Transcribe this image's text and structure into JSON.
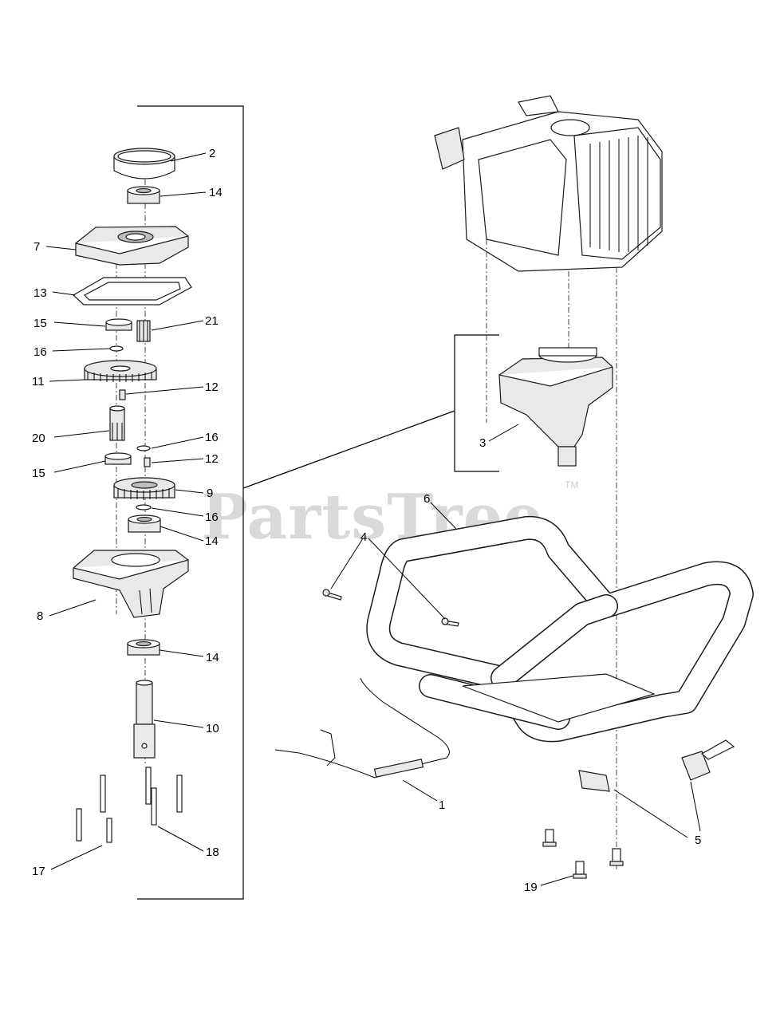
{
  "watermark": {
    "brand": "PartsTree",
    "trademark": "TM"
  },
  "callouts": {
    "c1": "1",
    "c2": "2",
    "c3": "3",
    "c4": "4",
    "c5": "5",
    "c6": "6",
    "c7": "7",
    "c8": "8",
    "c9": "9",
    "c10": "10",
    "c11": "11",
    "c12a": "12",
    "c12b": "12",
    "c13": "13",
    "c14a": "14",
    "c14b": "14",
    "c14c": "14",
    "c15a": "15",
    "c15b": "15",
    "c16a": "16",
    "c16b": "16",
    "c16c": "16",
    "c17": "17",
    "c18": "18",
    "c19": "19",
    "c20": "20",
    "c21": "21"
  }
}
